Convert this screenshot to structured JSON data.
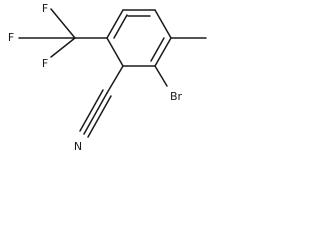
{
  "molecule": {
    "atoms": {
      "f_top": "F",
      "f_left": "F",
      "f_bottom": "F",
      "bromine": "Br",
      "nitrogen": "N"
    }
  }
}
